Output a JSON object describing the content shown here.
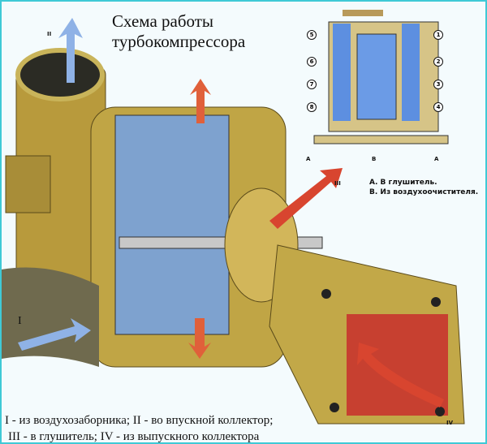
{
  "title_line1": "Схема работы",
  "title_line2": "турбокомпрессора",
  "legend": {
    "a": "А. В глушитель.",
    "b": "В. Из воздухоочистителя."
  },
  "caption": {
    "line1": "I - из воздухозаборника; II - во впускной коллектор;",
    "line2": "III - в глушитель; IV - из выпускного коллектора"
  },
  "flow_labels": {
    "i": "I",
    "ii": "II",
    "iii": "III",
    "iv": "IV"
  },
  "engine_labels": {
    "left": [
      "5",
      "6",
      "7",
      "8"
    ],
    "right": [
      "1",
      "2",
      "3",
      "4"
    ],
    "bottom": [
      "А",
      "В",
      "А"
    ]
  },
  "colors": {
    "body": "#b89a3c",
    "cold_air": "#8fb2e6",
    "hot_gas": "#d8452f",
    "frame": "#3fc9d6"
  }
}
